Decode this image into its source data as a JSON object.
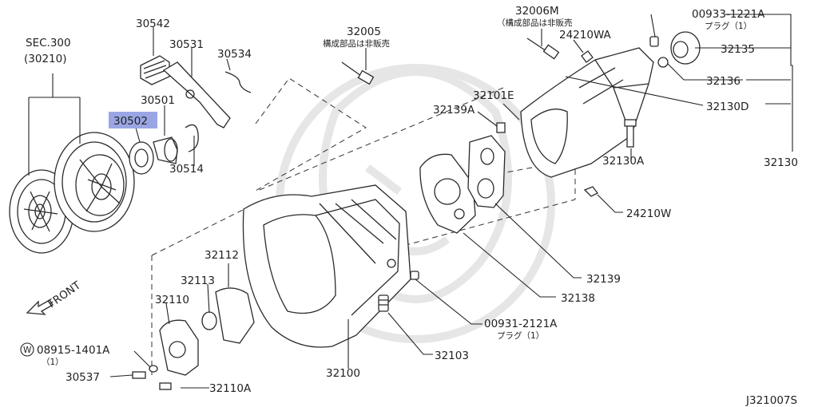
{
  "diagram": {
    "highlight_color": "#9aa6e4",
    "labels": {
      "sec300": "SEC.300",
      "sec300_ref": "(30210)",
      "p30542": "30542",
      "p30531": "30531",
      "p30534": "30534",
      "p30501": "30501",
      "p30502": "30502",
      "p30514": "30514",
      "p32005": "32005",
      "p32005_note": "構成部品は非販売",
      "p32006m": "32006M",
      "p32006m_note": "（構成部品は非販売",
      "p24210wa": "24210WA",
      "p00933": "00933-1221A",
      "p00933_note": "プラグ（1）",
      "p32135": "32135",
      "p32136": "32136",
      "p32130d": "32130D",
      "p32130": "32130",
      "p32101e": "32101E",
      "p32139a": "32139A",
      "p32130a": "32130A",
      "p24210w": "24210W",
      "p32139": "32139",
      "p32138": "32138",
      "p32112": "32112",
      "p32113": "32113",
      "p32110": "32110",
      "p08915_mark": "W",
      "p08915": "08915-1401A",
      "p08915_qty": "（1）",
      "p30537": "30537",
      "p32110a": "32110A",
      "p32100": "32100",
      "p32103": "32103",
      "p00931": "00931-2121A",
      "p00931_note": "プラグ（1）",
      "front": "FRONT",
      "diagram_code": "J321007S"
    }
  }
}
